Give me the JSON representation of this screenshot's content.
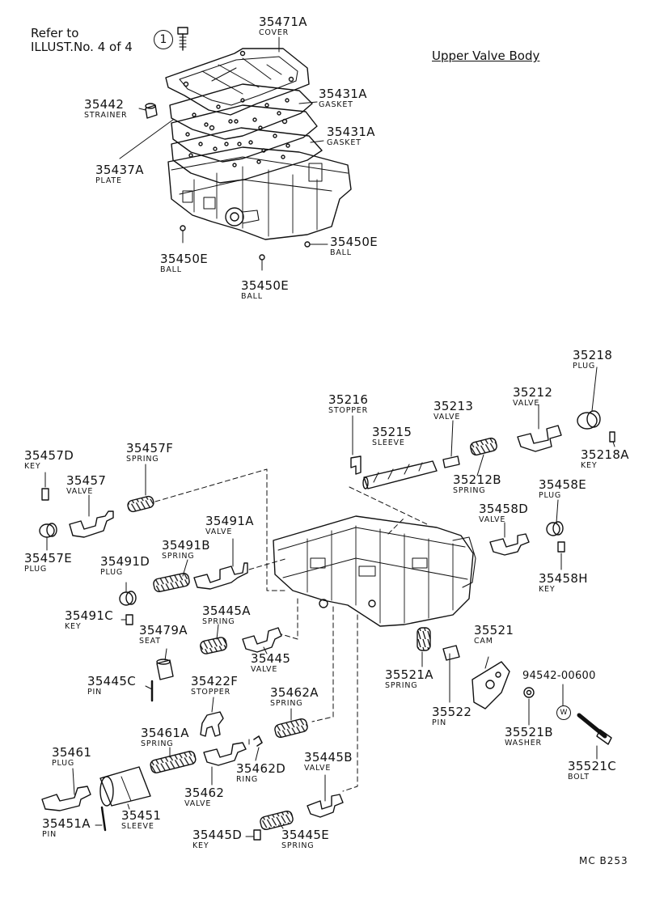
{
  "diagram": {
    "title": "Upper Valve Body",
    "reference": {
      "line1": "Refer to",
      "line2": "ILLUST.No. 4 of 4",
      "marker": "1"
    },
    "code": "MC  B253",
    "washer_mark": "W",
    "parts": [
      {
        "number": "35471A",
        "name": "COVER"
      },
      {
        "number": "35431A",
        "name": "GASKET"
      },
      {
        "number": "35442",
        "name": "STRAINER"
      },
      {
        "number": "35431A",
        "name": "GASKET"
      },
      {
        "number": "35437A",
        "name": "PLATE"
      },
      {
        "number": "35450E",
        "name": "BALL"
      },
      {
        "number": "35450E",
        "name": "BALL"
      },
      {
        "number": "35450E",
        "name": "BALL"
      },
      {
        "number": "35218",
        "name": "PLUG"
      },
      {
        "number": "35212",
        "name": "VALVE"
      },
      {
        "number": "35216",
        "name": "STOPPER"
      },
      {
        "number": "35213",
        "name": "VALVE"
      },
      {
        "number": "35215",
        "name": "SLEEVE"
      },
      {
        "number": "35218A",
        "name": "KEY"
      },
      {
        "number": "35212B",
        "name": "SPRING"
      },
      {
        "number": "35457D",
        "name": "KEY"
      },
      {
        "number": "35457F",
        "name": "SPRING"
      },
      {
        "number": "35457",
        "name": "VALVE"
      },
      {
        "number": "35458E",
        "name": "PLUG"
      },
      {
        "number": "35458D",
        "name": "VALVE"
      },
      {
        "number": "35491A",
        "name": "VALVE"
      },
      {
        "number": "35457E",
        "name": "PLUG"
      },
      {
        "number": "35491B",
        "name": "SPRING"
      },
      {
        "number": "35491D",
        "name": "PLUG"
      },
      {
        "number": "35458H",
        "name": "KEY"
      },
      {
        "number": "35445A",
        "name": "SPRING"
      },
      {
        "number": "35491C",
        "name": "KEY"
      },
      {
        "number": "35479A",
        "name": "SEAT"
      },
      {
        "number": "35521",
        "name": "CAM"
      },
      {
        "number": "35445",
        "name": "VALVE"
      },
      {
        "number": "35521A",
        "name": "SPRING"
      },
      {
        "number": "35445C",
        "name": "PIN"
      },
      {
        "number": "35422F",
        "name": "STOPPER"
      },
      {
        "number": "94542-00600",
        "name": ""
      },
      {
        "number": "35462A",
        "name": "SPRING"
      },
      {
        "number": "35522",
        "name": "PIN"
      },
      {
        "number": "35461A",
        "name": "SPRING"
      },
      {
        "number": "35521B",
        "name": "WASHER"
      },
      {
        "number": "35461",
        "name": "PLUG"
      },
      {
        "number": "35462D",
        "name": "RING"
      },
      {
        "number": "35521C",
        "name": "BOLT"
      },
      {
        "number": "35445B",
        "name": "VALVE"
      },
      {
        "number": "35462",
        "name": "VALVE"
      },
      {
        "number": "35451",
        "name": "SLEEVE"
      },
      {
        "number": "35451A",
        "name": "PIN"
      },
      {
        "number": "35445D",
        "name": "KEY"
      },
      {
        "number": "35445E",
        "name": "SPRING"
      }
    ]
  }
}
